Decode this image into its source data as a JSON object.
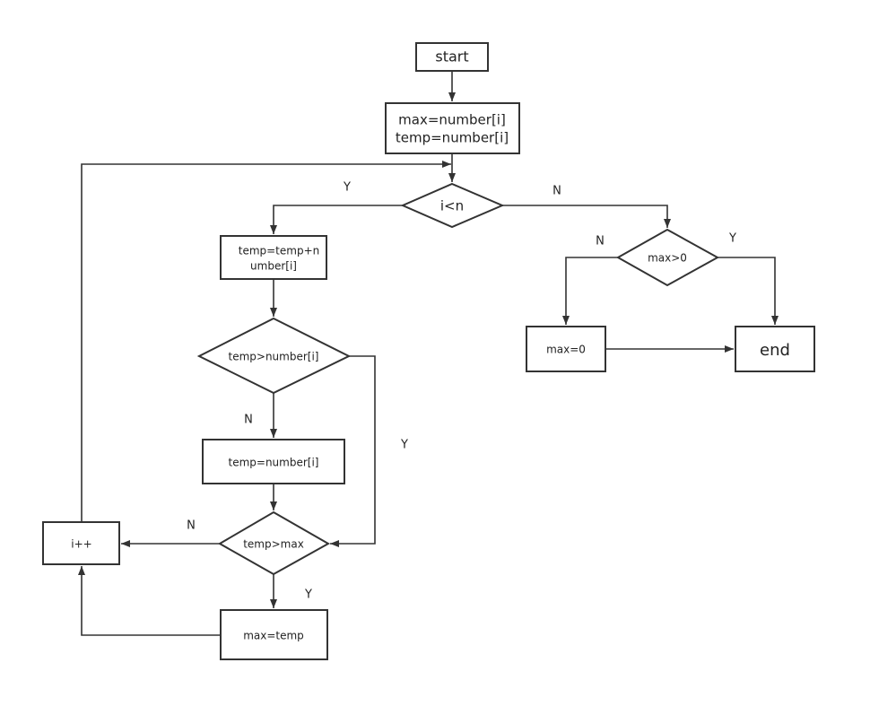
{
  "nodes": {
    "start": "start",
    "init_max": "max=number[i]",
    "init_temp": "temp=number[i]",
    "cond_i_lt_n": "i<n",
    "temp_add_1": "temp=temp+n",
    "temp_add_2": "umber[i]",
    "cond_temp_gt_number": "temp>number[i]",
    "temp_reset": "temp=number[i]",
    "cond_temp_gt_max": "temp>max",
    "max_assign": "max=temp",
    "increment": "i++",
    "cond_max_gt_0": "max>0",
    "max_zero": "max=0",
    "end": "end"
  },
  "edge_labels": {
    "i_lt_n_yes": "Y",
    "i_lt_n_no": "N",
    "temp_gt_number_no": "N",
    "temp_gt_number_yes": "Y",
    "temp_gt_max_no": "N",
    "temp_gt_max_yes": "Y",
    "max_gt_0_no": "N",
    "max_gt_0_yes": "Y"
  }
}
